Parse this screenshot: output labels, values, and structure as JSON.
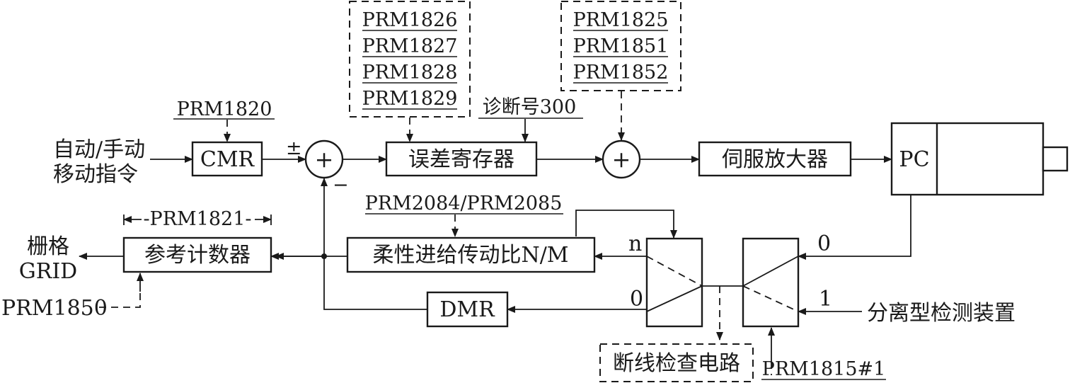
{
  "inputs": {
    "command_line1": "自动/手动",
    "command_line2": "移动指令",
    "separate_detector": "分离型检测装置"
  },
  "blocks": {
    "cmr": "CMR",
    "error_register": "误差寄存器",
    "servo_amp": "伺服放大器",
    "pc": "PC",
    "flex_gear": "柔性进给传动比N/M",
    "ref_counter": "参考计数器",
    "dmr": "DMR",
    "disconnect_check": "断线检查电路"
  },
  "params": {
    "cmr_param": "PRM1820",
    "error_group": [
      "PRM1826",
      "PRM1827",
      "PRM1828",
      "PRM1829"
    ],
    "diag": "诊断号300",
    "servo_group": [
      "PRM1825",
      "PRM1851",
      "PRM1852"
    ],
    "flex_param": "PRM2084/PRM2085",
    "ref_param": "-PRM1821-",
    "grid_param": "PRM1850",
    "switch_param": "PRM1815#1"
  },
  "outputs": {
    "grid_cn": "栅格",
    "grid_en": "GRID"
  },
  "signs": {
    "plus": "±",
    "minus": "−",
    "sum": "+"
  },
  "switch_labels": {
    "n": "n",
    "zero_left": "0",
    "zero_right": "0",
    "one_right": "1"
  }
}
